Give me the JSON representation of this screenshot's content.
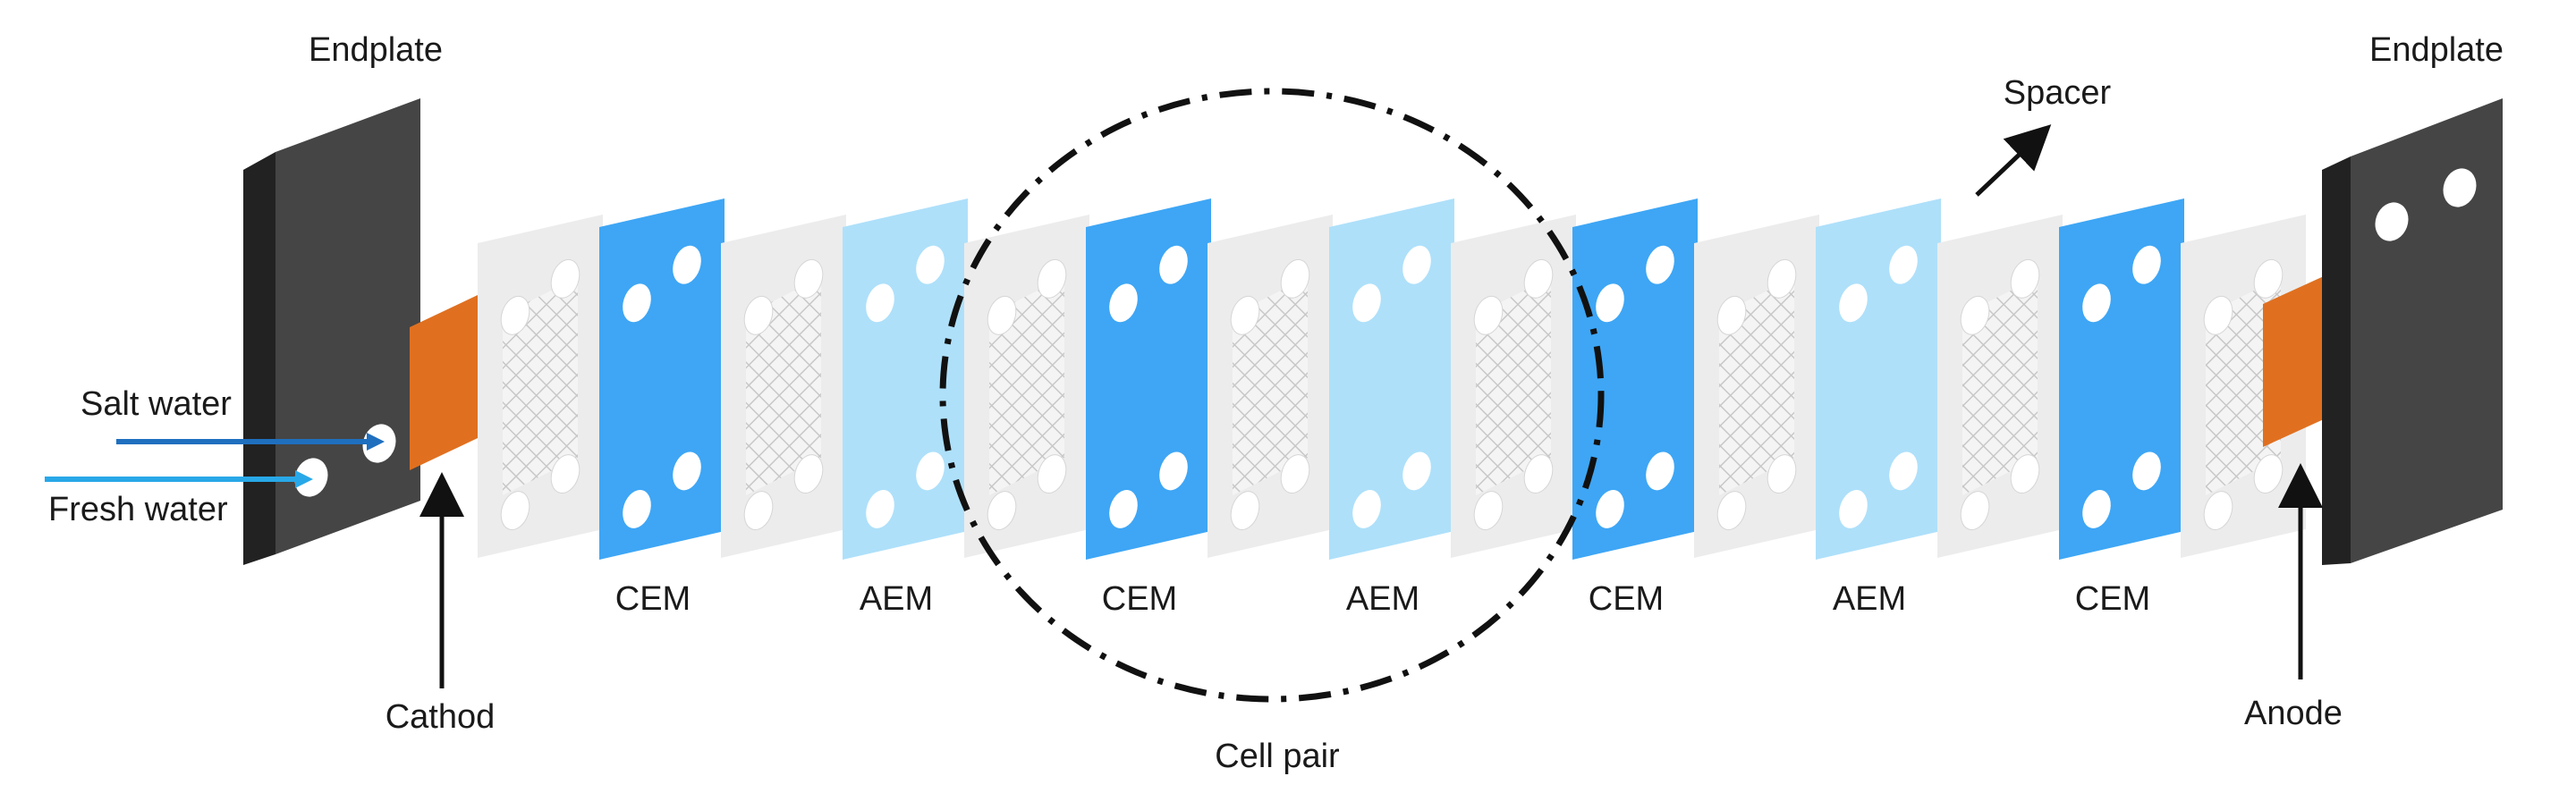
{
  "labels": {
    "endplate_left": "Endplate",
    "endplate_right": "Endplate",
    "spacer": "Spacer",
    "salt_water": "Salt water",
    "fresh_water": "Fresh water",
    "cathode": "Cathod",
    "anode": "Anode",
    "cell_pair": "Cell pair"
  },
  "membranes": [
    {
      "kind": "spacer"
    },
    {
      "kind": "CEM",
      "label": "CEM"
    },
    {
      "kind": "spacer"
    },
    {
      "kind": "AEM",
      "label": "AEM"
    },
    {
      "kind": "spacer"
    },
    {
      "kind": "CEM",
      "label": "CEM"
    },
    {
      "kind": "spacer"
    },
    {
      "kind": "AEM",
      "label": "AEM"
    },
    {
      "kind": "spacer"
    },
    {
      "kind": "CEM",
      "label": "CEM"
    },
    {
      "kind": "spacer"
    },
    {
      "kind": "AEM",
      "label": "AEM"
    },
    {
      "kind": "spacer"
    },
    {
      "kind": "CEM",
      "label": "CEM"
    },
    {
      "kind": "spacer"
    }
  ],
  "colors": {
    "endplate": "#3b3b3b",
    "electrode": "#e07020",
    "cem": "#3ea6f5",
    "aem": "#aee0fa",
    "spacer": "#ececec",
    "salt_arrow": "#1f6fbf",
    "fresh_arrow": "#28a8e8"
  }
}
